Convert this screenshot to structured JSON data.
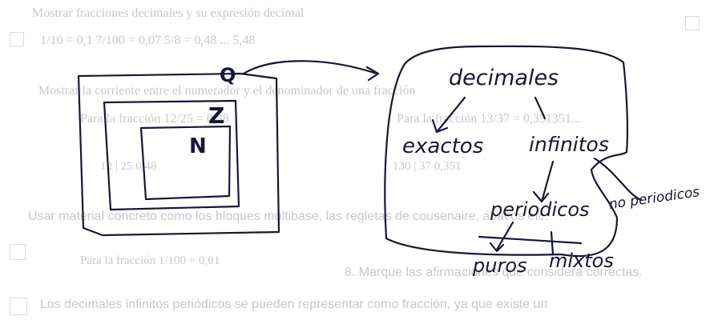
{
  "printed": {
    "line1": "Mostrar fracciones decimales y su expresión decimal",
    "line1_examples": "1/10 = 0,1     7/100 = 0,07     5/8 = 0,48 ... 5,48",
    "line2": "Mostrar la corriente entre el numerador y el denominador de una fracción",
    "line3_left": "Para la fracción  12/25 = 0,48",
    "line3_right": "Para la fracción  13/37 = 0,351351...",
    "line4_left": "12  |  25     0,48",
    "line4_right": "130  |  37     0,351",
    "line5": "Usar material concreto como los bloques multibase, las regletas de cousenaire, ábacos etc.",
    "line6_left": "Para la fracción  1/100 = 0,01",
    "line6_right": "8.  Marque las afirmaciones que considera correctas.",
    "line7": "Los decimales infinitos periódicos se pueden representar como fracción, ya que existe un"
  },
  "handwriting": {
    "label_q": "Q",
    "label_z": "Z",
    "label_n": "N",
    "decimales": "decimales",
    "exactos": "exactos",
    "infinitos": "infinitos",
    "periodicos": "periodicos",
    "no_periodicos": "no periodicos",
    "puros": "puros",
    "mixtos": "mixtos"
  }
}
